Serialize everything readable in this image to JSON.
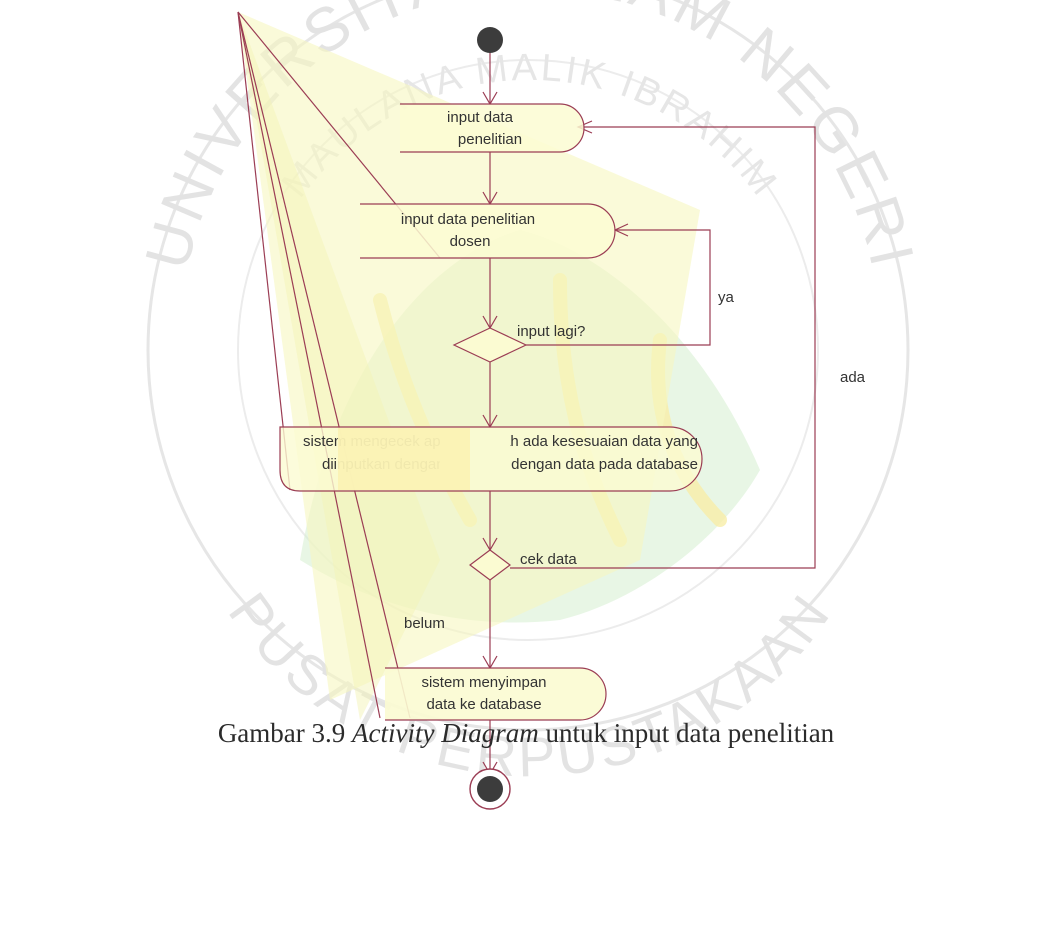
{
  "colors": {
    "line": "#9b3d54",
    "fill": "#fbfbd2",
    "watermark": "#e3e3e3",
    "watermark_logo": "#d6eed0",
    "watermark_accent": "#fbf2b4",
    "text": "#333333"
  },
  "watermark": {
    "top_arc_text": "UNIVERSITAS ISLAM NEGERI",
    "inner_arc_text": "MAULANA MALIK IBRAHIM",
    "bottom_arc_text": "PUSAT PERPUSTAKAAN"
  },
  "diagram": {
    "activities": {
      "input_data_line1": "input data",
      "input_data_line2": "penelitian",
      "input_dosen_line1": "input data penelitian",
      "input_dosen_line2": "dosen",
      "check_line1": "sistem mengecek apakah ada kesesuaian data yang",
      "check_line2": "diinputkan dengan data pada database",
      "save_line1": "sistem menyimpan",
      "save_line2": "data ke database"
    },
    "decisions": {
      "input_lagi": "input lagi?",
      "cek_data": "cek data"
    },
    "guards": {
      "ya": "ya",
      "ada": "ada",
      "belum": "belum"
    }
  },
  "caption": {
    "prefix": "Gambar 3.9 ",
    "italic": "Activity Diagram",
    "suffix": " untuk input data penelitian"
  }
}
